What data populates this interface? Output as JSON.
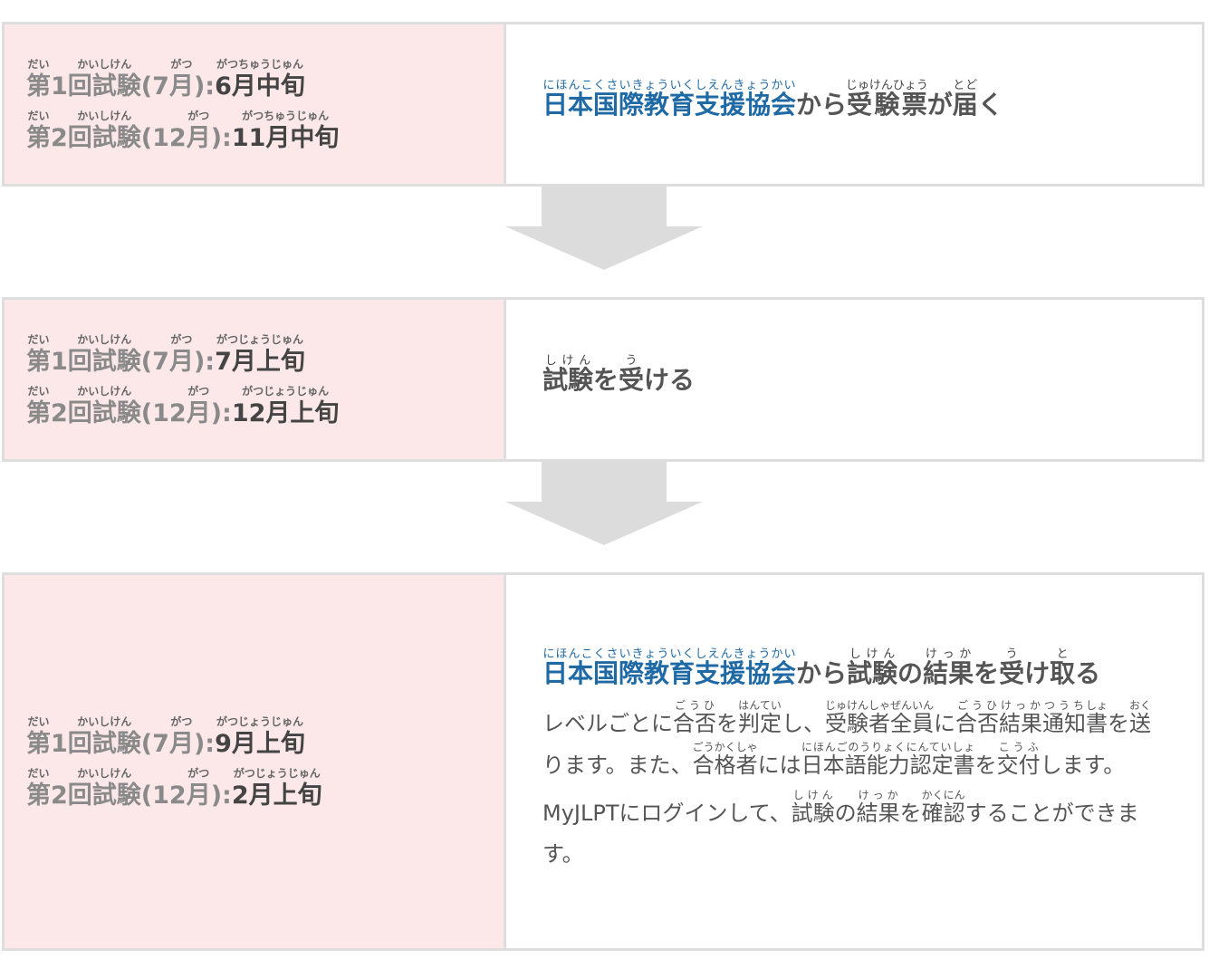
{
  "rows": [
    {
      "schedule": [
        {
          "label": "第1回試験(7月):",
          "date": "6月中旬"
        },
        {
          "label": "第2回試験(12月):",
          "date": "11月中旬"
        }
      ],
      "title_org": "日本国際教育支援協会",
      "title_rest": "から受験票が届く"
    },
    {
      "schedule": [
        {
          "label": "第1回試験(7月):",
          "date": "7月上旬"
        },
        {
          "label": "第2回試験(12月):",
          "date": "12月上旬"
        }
      ],
      "title": "試験を受ける"
    },
    {
      "schedule": [
        {
          "label": "第1回試験(7月):",
          "date": "9月上旬"
        },
        {
          "label": "第2回試験(12月):",
          "date": "2月上旬"
        }
      ],
      "title_org": "日本国際教育支援協会",
      "title_rest": "から試験の結果を受け取る",
      "body_1": "レベルごとに合否を判定し、受験者全員に合否結果通知書を送ります。また、合格者には日本語能力認定書を交付します。",
      "body_2": "MyJLPTにログインして、試験の結果を確認することができます。"
    }
  ],
  "colors": {
    "left_bg": "#fce8e8",
    "border": "#dedede",
    "org_blue": "#1f6aa5",
    "arrow": "#dcdcdc"
  }
}
